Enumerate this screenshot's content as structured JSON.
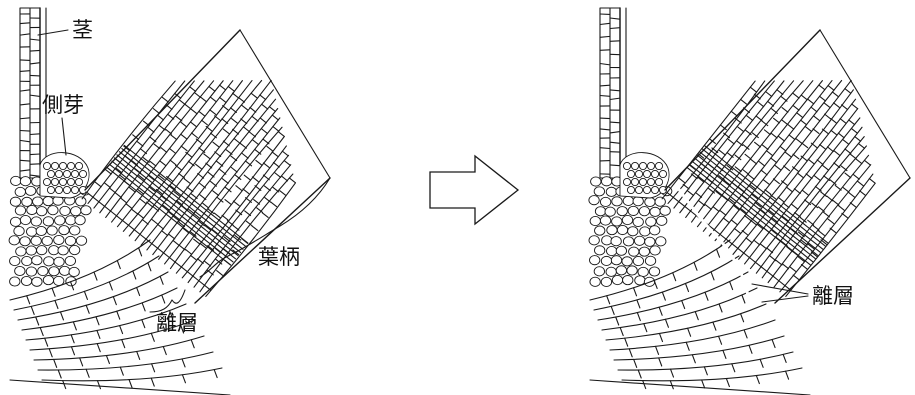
{
  "before": {
    "stem_label": "茎",
    "bud_label": "側芽",
    "petiole_label": "葉柄",
    "abscission_label": "離層"
  },
  "after": {
    "abscission_label": "離層"
  }
}
